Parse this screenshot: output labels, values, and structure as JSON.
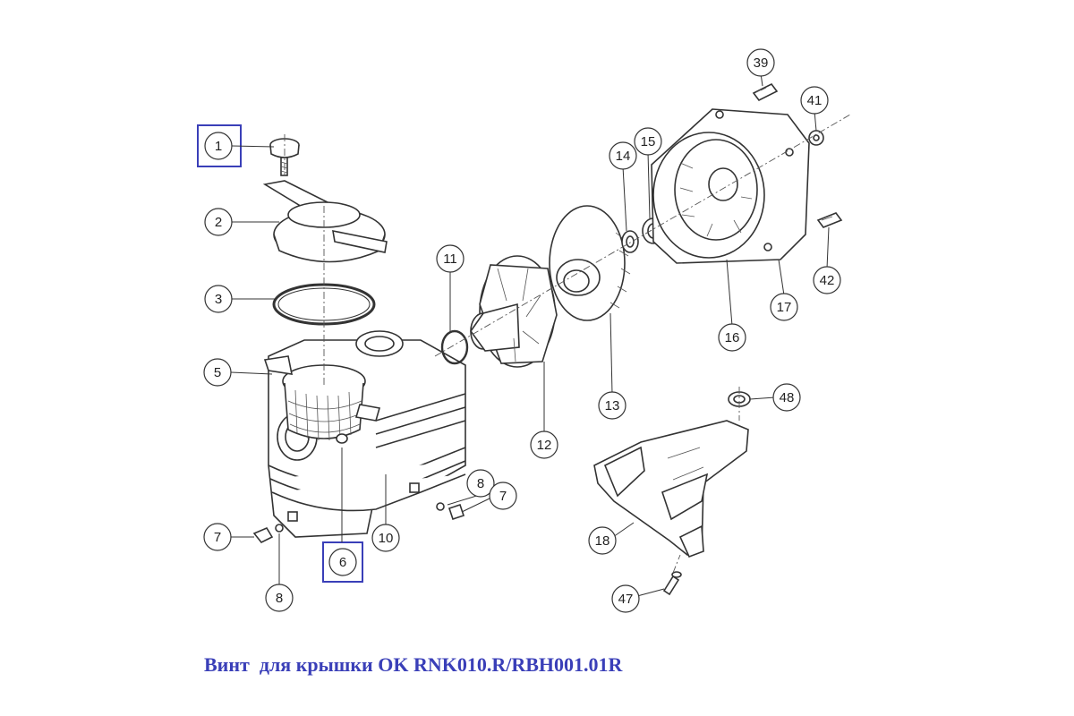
{
  "caption": "Винт  для крышки OK RNK010.R/RBH001.01R",
  "callouts": {
    "c1": "1",
    "c2": "2",
    "c3": "3",
    "c5": "5",
    "c6": "6",
    "c7a": "7",
    "c7b": "7",
    "c8a": "8",
    "c8b": "8",
    "c10": "10",
    "c11": "11",
    "c12": "12",
    "c13": "13",
    "c14": "14",
    "c15": "15",
    "c16": "16",
    "c17": "17",
    "c18": "18",
    "c39": "39",
    "c41": "41",
    "c42": "42",
    "c47": "47",
    "c48": "48"
  },
  "highlight_color": "#3a3fb8"
}
